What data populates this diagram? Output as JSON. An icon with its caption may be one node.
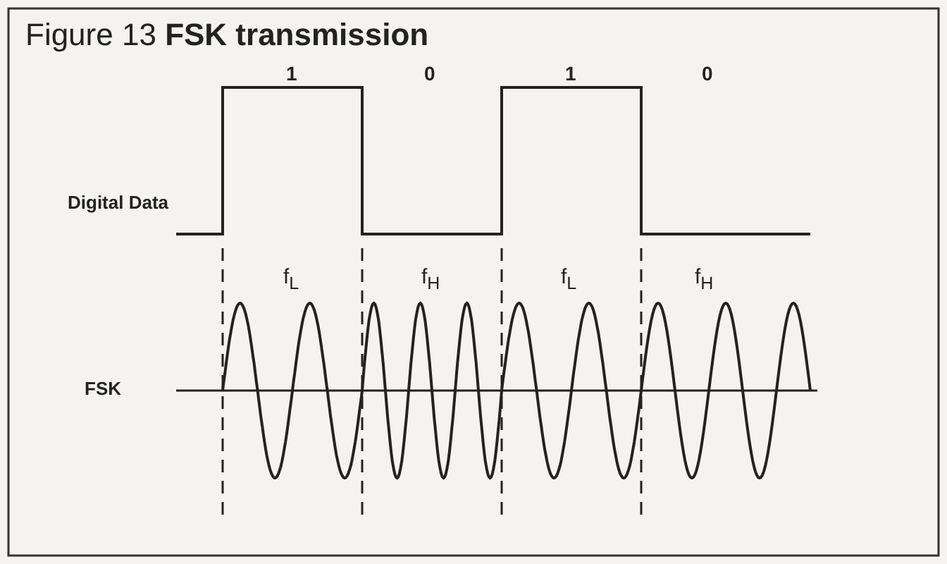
{
  "diagram": {
    "title": "Figure 13 **FSK transmission**",
    "labels": [
      "1",
      "0",
      "1",
      "0",
      "Digital Data",
      "f$_{L}$",
      "f$_{H}$",
      "f$_{L}$",
      "f$_{H}$",
      "FSK"
    ]
  }
}
